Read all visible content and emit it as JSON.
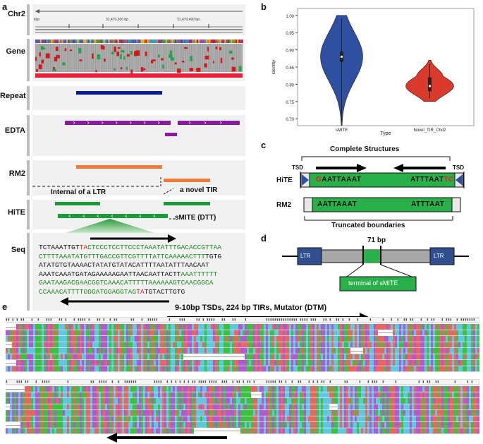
{
  "panels": {
    "a": "a",
    "b": "b",
    "c": "c",
    "d": "d",
    "e": "e"
  },
  "panel_a": {
    "tracks": [
      "Chr2",
      "Gene",
      "Repeat",
      "EDTA",
      "RM2",
      "HiTE",
      "Seq"
    ],
    "ruler_ticks": [
      "kbp",
      "31,470,200 bp",
      "31,470,400 bp"
    ],
    "annot_ltr": "Internal of a LTR",
    "annot_tir": "a novel TIR",
    "annot_smite": "sMITE (DTT)",
    "seq_lines": [
      [
        {
          "t": "TCTAAATTGT",
          "c": "k"
        },
        {
          "t": "TA",
          "c": "r"
        },
        {
          "t": "CTCCCTCCTTCCCTAAATATTTGACACCGTTAA",
          "c": "g"
        }
      ],
      [
        {
          "t": "CTTTTAAATATGTTTGACCGTTCGTTTTATTCAAAAACTTT",
          "c": "g"
        },
        {
          "t": "TGTG",
          "c": "k"
        }
      ],
      [
        {
          "t": "ATATGTGTAAAACTATATGTATACATTTTAATATTTAACAAT",
          "c": "k"
        }
      ],
      [
        {
          "t": "AAATCAAATGATAGAAAAAGAATTAACAATTACTT",
          "c": "k"
        },
        {
          "t": "AAATTTTTT",
          "c": "g"
        }
      ],
      [
        {
          "t": "GAATAAGACGAACGGTCAAACATTTTTAAAAAAGTCAACGGCA",
          "c": "g"
        }
      ],
      [
        {
          "t": "CCAAACATTTTGGGATGGAGGTAG",
          "c": "g"
        },
        {
          "t": "TA",
          "c": "r"
        },
        {
          "t": "TGTACTTGTG",
          "c": "k"
        }
      ]
    ]
  },
  "chart_data": {
    "type": "violin",
    "title": "",
    "xlabel": "Type",
    "ylabel": "identity",
    "categories": [
      "sMITE",
      "Novel_TIR_Chd2"
    ],
    "ylim": [
      0.68,
      1.02
    ],
    "yticks": [
      "0.70",
      "0.75",
      "0.80",
      "0.85",
      "0.90",
      "0.95",
      "1.00"
    ],
    "series": [
      {
        "name": "sMITE",
        "color": "#2f4fa0",
        "min": 0.68,
        "max": 1.0,
        "median": 0.88,
        "q1": 0.865,
        "q3": 0.895
      },
      {
        "name": "Novel_TIR_Chd2",
        "color": "#d93a2c",
        "min": 0.75,
        "max": 0.87,
        "median": 0.795,
        "q1": 0.78,
        "q3": 0.82
      }
    ]
  },
  "panel_c": {
    "title": "Complete Structures",
    "tsd_left": "TSD",
    "tsd_right": "TSD",
    "hite_label": "HiTE",
    "rm2_label": "RM2",
    "hite_seq_left_red": "G",
    "hite_seq_left": "AATTAAAT",
    "hite_seq_right": "ATTTAAT",
    "hite_seq_right_red": "TC",
    "rm2_seq_left": "AATTAAAT",
    "rm2_seq_right": "ATTTAAT",
    "bottom": "Truncated boundaries"
  },
  "panel_d": {
    "bp": "71 bp",
    "ltr_left": "LTR",
    "ltr_right": "LTR",
    "terminal": "terminal of sMITE"
  },
  "panel_e": {
    "title": "9-10bp TSDs, 224 bp TIRs, Mutator (DTM)"
  },
  "colors": {
    "A": "#e8665f",
    "T": "#3fbf3f",
    "C": "#5fc8e0",
    "G": "#b05ad0",
    "gap": "#ffffff"
  }
}
